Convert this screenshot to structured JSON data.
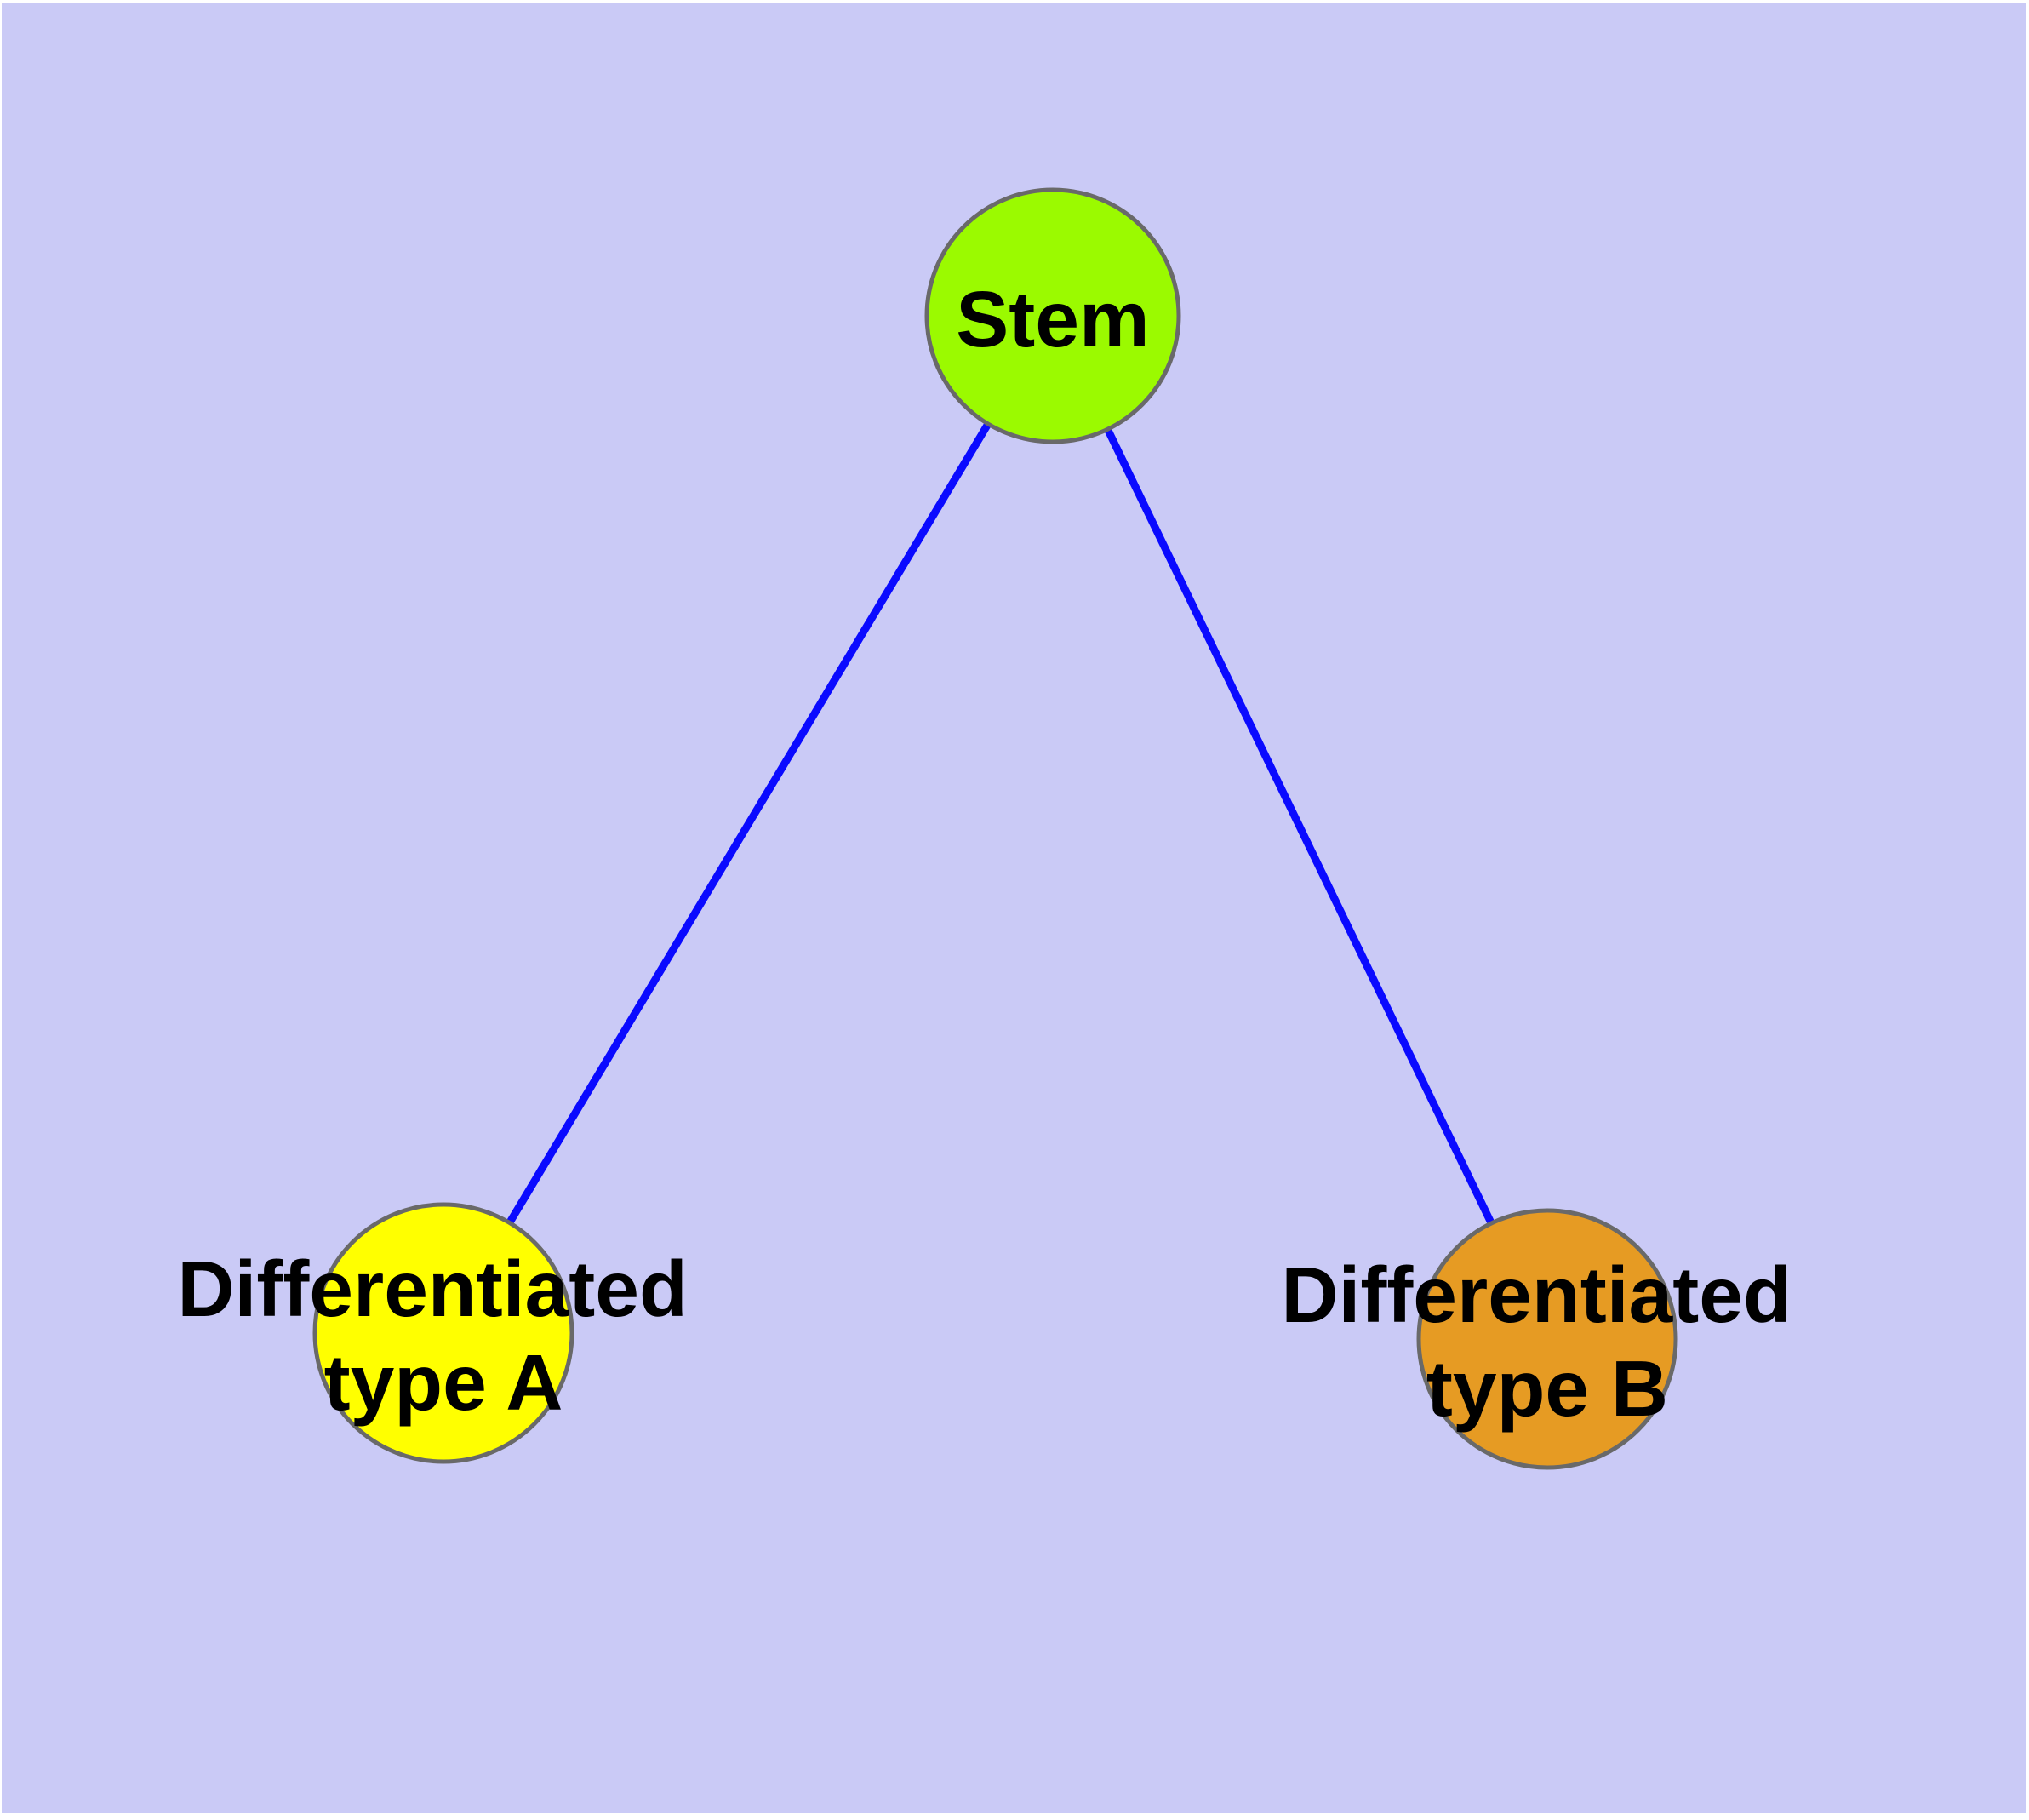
{
  "diagram": {
    "type": "graph",
    "background": {
      "page_color": "#ffffff",
      "canvas_color": "#CACAF6"
    },
    "style": {
      "edge_color": "#0A0AFF",
      "node_border_color": "#696969",
      "label_color": "#000000"
    },
    "nodes": {
      "stem": {
        "label": "Stem",
        "fill": "#9BFA00"
      },
      "type_a": {
        "label_line1": "Differentiated",
        "label_line2": "type A",
        "fill": "#FFFF00"
      },
      "type_b": {
        "label_line1": "Differentiated",
        "label_line2": "type B",
        "fill": "#E69B23"
      }
    },
    "edges": [
      {
        "from": "Stem",
        "to": "Differentiated type A"
      },
      {
        "from": "Stem",
        "to": "Differentiated type B"
      }
    ]
  }
}
